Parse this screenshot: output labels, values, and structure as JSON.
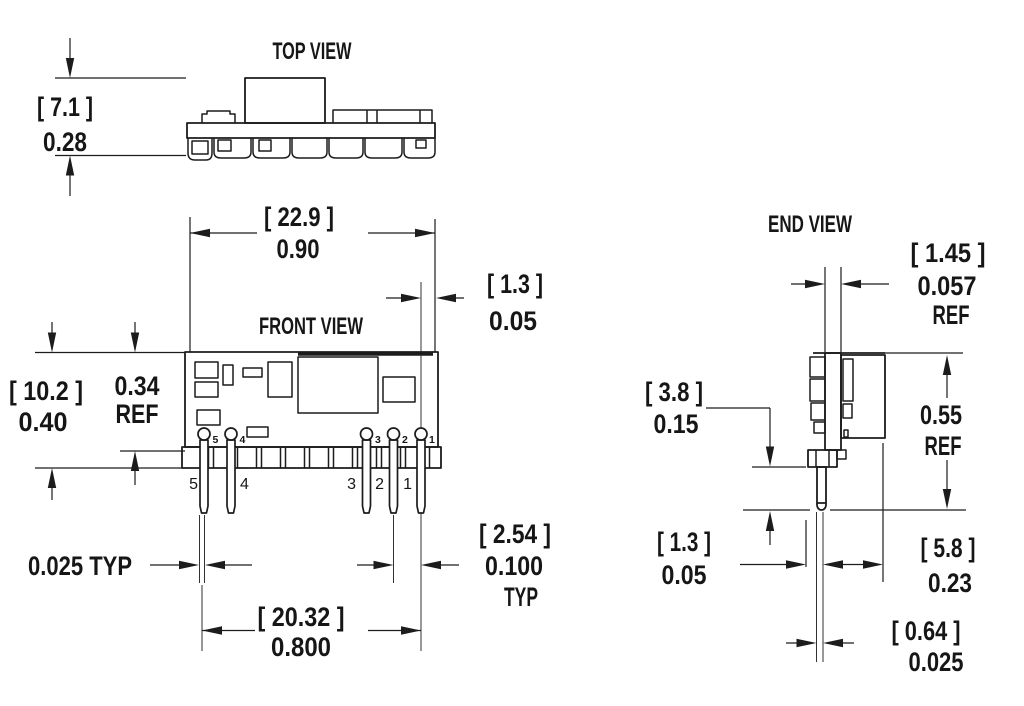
{
  "drawing": {
    "background": "#ffffff",
    "line_color": "#1c1c1c"
  },
  "top_view": {
    "title": "TOP VIEW",
    "height_mm": "[ 7.1 ]",
    "height_in": "0.28"
  },
  "front_view": {
    "title": "FRONT VIEW",
    "width_mm": "[ 22.9 ]",
    "width_in": "0.90",
    "pin_edge_mm": "[ 1.3 ]",
    "pin_edge_in": "0.05",
    "height_mm": "[ 10.2 ]",
    "height_in": "0.40",
    "body_height_in": "0.34",
    "body_height_ref": "REF",
    "pin_width_label": "0.025 TYP",
    "pitch_mm": "[ 2.54 ]",
    "pitch_in": "0.100",
    "pitch_typ": "TYP",
    "span_mm": "[ 20.32 ]",
    "span_in": "0.800",
    "pad_numbers": [
      "5",
      "4",
      "3",
      "2",
      "1"
    ],
    "lead_numbers": [
      "5",
      "4",
      "3",
      "2",
      "1"
    ]
  },
  "end_view": {
    "title": "END VIEW",
    "pcb_mm": "[ 1.45 ]",
    "pcb_in": "0.057",
    "pcb_ref": "REF",
    "body_in": "0.55",
    "body_ref": "REF",
    "standoff_mm": "[ 3.8 ]",
    "standoff_in": "0.15",
    "pin_offset_mm": "[ 1.3 ]",
    "pin_offset_in": "0.05",
    "depth_mm": "[ 5.8 ]",
    "depth_in": "0.23",
    "pin_dia_mm": "[ 0.64 ]",
    "pin_dia_in": "0.025"
  }
}
